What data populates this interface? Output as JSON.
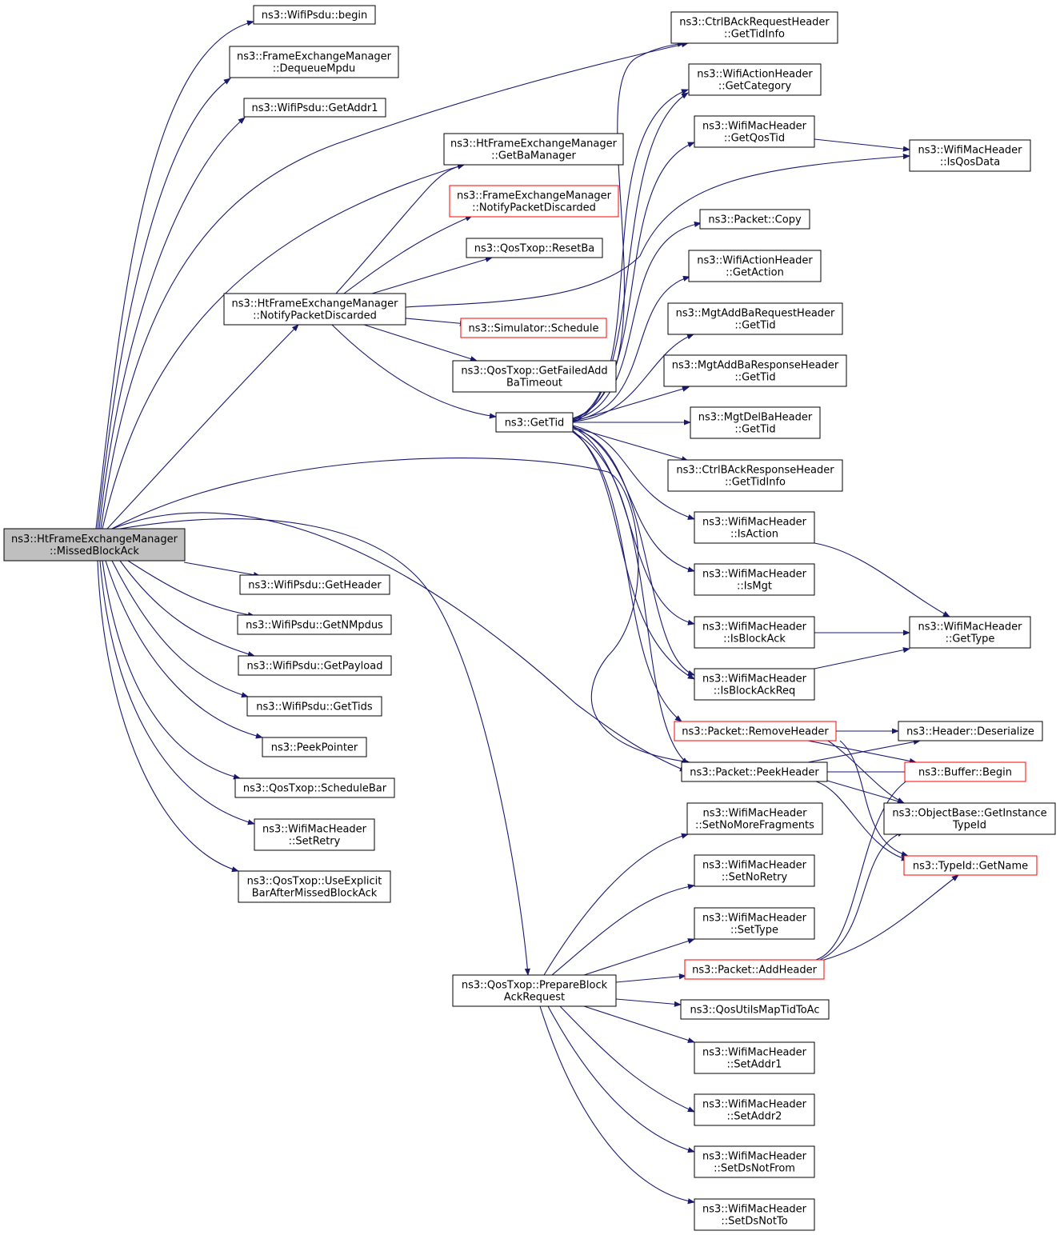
{
  "nodes": {
    "root": [
      "ns3::HtFrameExchangeManager",
      "::MissedBlockAck"
    ],
    "psdu_begin": [
      "ns3::WifiPsdu::begin"
    ],
    "fem_dequeue": [
      "ns3::FrameExchangeManager",
      "::DequeueMpdu"
    ],
    "psdu_addr1": [
      "ns3::WifiPsdu::GetAddr1"
    ],
    "htfem_getba": [
      "ns3::HtFrameExchangeManager",
      "::GetBaManager"
    ],
    "fem_notify": [
      "ns3::FrameExchangeManager",
      "::NotifyPacketDiscarded"
    ],
    "qos_resetba": [
      "ns3::QosTxop::ResetBa"
    ],
    "htfem_notify": [
      "ns3::HtFrameExchangeManager",
      "::NotifyPacketDiscarded"
    ],
    "sim_schedule": [
      "ns3::Simulator::Schedule"
    ],
    "qos_failed": [
      "ns3::QosTxop::GetFailedAdd",
      "BaTimeout"
    ],
    "gettid": [
      "ns3::GetTid"
    ],
    "ctrlbarq_gettid": [
      "ns3::CtrlBAckRequestHeader",
      "::GetTidInfo"
    ],
    "action_getcat": [
      "ns3::WifiActionHeader",
      "::GetCategory"
    ],
    "mac_getqostid": [
      "ns3::WifiMacHeader",
      "::GetQosTid"
    ],
    "mac_isqosdata": [
      "ns3::WifiMacHeader",
      "::IsQosData"
    ],
    "pkt_copy": [
      "ns3::Packet::Copy"
    ],
    "action_getaction": [
      "ns3::WifiActionHeader",
      "::GetAction"
    ],
    "addbareq_gettid": [
      "ns3::MgtAddBaRequestHeader",
      "::GetTid"
    ],
    "addbaresp_gettid": [
      "ns3::MgtAddBaResponseHeader",
      "::GetTid"
    ],
    "delba_gettid": [
      "ns3::MgtDelBaHeader",
      "::GetTid"
    ],
    "ctrlbaresp_gettid": [
      "ns3::CtrlBAckResponseHeader",
      "::GetTidInfo"
    ],
    "mac_isaction": [
      "ns3::WifiMacHeader",
      "::IsAction"
    ],
    "mac_ismgt": [
      "ns3::WifiMacHeader",
      "::IsMgt"
    ],
    "mac_isblockack": [
      "ns3::WifiMacHeader",
      "::IsBlockAck"
    ],
    "mac_isblockackreq": [
      "ns3::WifiMacHeader",
      "::IsBlockAckReq"
    ],
    "mac_gettype": [
      "ns3::WifiMacHeader",
      "::GetType"
    ],
    "pkt_removeheader": [
      "ns3::Packet::RemoveHeader"
    ],
    "pkt_peekheader": [
      "ns3::Packet::PeekHeader"
    ],
    "hdr_deserialize": [
      "ns3::Header::Deserialize"
    ],
    "buf_begin": [
      "ns3::Buffer::Begin"
    ],
    "objbase_gettypeid": [
      "ns3::ObjectBase::GetInstance",
      "TypeId"
    ],
    "typeid_getname": [
      "ns3::TypeId::GetName"
    ],
    "psdu_getheader": [
      "ns3::WifiPsdu::GetHeader"
    ],
    "psdu_getnmpdus": [
      "ns3::WifiPsdu::GetNMpdus"
    ],
    "psdu_getpayload": [
      "ns3::WifiPsdu::GetPayload"
    ],
    "psdu_gettids": [
      "ns3::WifiPsdu::GetTids"
    ],
    "peekpointer": [
      "ns3::PeekPointer"
    ],
    "qos_schedulebar": [
      "ns3::QosTxop::ScheduleBar"
    ],
    "mac_setretry": [
      "ns3::WifiMacHeader",
      "::SetRetry"
    ],
    "qos_useexplicit": [
      "ns3::QosTxop::UseExplicit",
      "BarAfterMissedBlockAck"
    ],
    "qos_preparebar": [
      "ns3::QosTxop::PrepareBlock",
      "AckRequest"
    ],
    "mac_setnomorefrag": [
      "ns3::WifiMacHeader",
      "::SetNoMoreFragments"
    ],
    "mac_setnoretry": [
      "ns3::WifiMacHeader",
      "::SetNoRetry"
    ],
    "mac_settype": [
      "ns3::WifiMacHeader",
      "::SetType"
    ],
    "pkt_addheader": [
      "ns3::Packet::AddHeader"
    ],
    "qosutils_map": [
      "ns3::QosUtilsMapTidToAc"
    ],
    "mac_setaddr1": [
      "ns3::WifiMacHeader",
      "::SetAddr1"
    ],
    "mac_setaddr2": [
      "ns3::WifiMacHeader",
      "::SetAddr2"
    ],
    "mac_setdsnotfrom": [
      "ns3::WifiMacHeader",
      "::SetDsNotFrom"
    ],
    "mac_setdsnotto": [
      "ns3::WifiMacHeader",
      "::SetDsNotTo"
    ]
  },
  "colors": {
    "edge": "#191970",
    "node_border": "#000000",
    "truncated_border": "#ff0000",
    "root_fill": "#bfbfbf"
  }
}
